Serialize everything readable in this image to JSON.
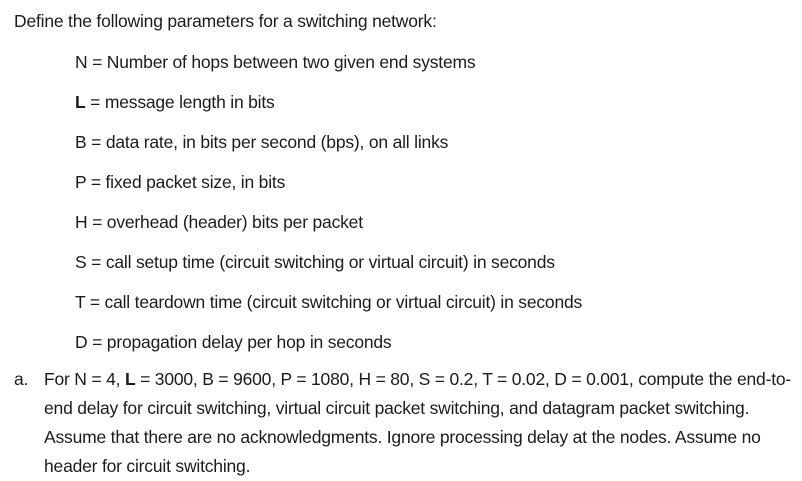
{
  "page": {
    "background": "#ffffff",
    "text_color": "#1c1c1c"
  },
  "document": {
    "intro": "Define the following parameters for a switching network:",
    "definitions": [
      {
        "symbol": "N",
        "weight": "normal",
        "rest": "= Number of hops between two given end systems"
      },
      {
        "symbol": "L",
        "weight": "bold",
        "rest": "= message length in bits"
      },
      {
        "symbol": "B",
        "weight": "normal",
        "rest": "= data rate, in bits per second (bps), on all links"
      },
      {
        "symbol": "P",
        "weight": "normal",
        "rest": "= fixed packet size, in bits"
      },
      {
        "symbol": "H",
        "weight": "normal",
        "rest": "= overhead (header) bits per packet"
      },
      {
        "symbol": "S",
        "weight": "normal",
        "rest": "= call setup time (circuit switching or virtual circuit) in seconds"
      },
      {
        "symbol": "T",
        "weight": "normal",
        "rest": "= call teardown time (circuit switching or virtual circuit) in seconds"
      },
      {
        "symbol": "D",
        "weight": "normal",
        "rest": "= propagation delay per hop in seconds"
      }
    ],
    "question": {
      "label": "a.",
      "part1": "For N = 4, ",
      "bold_symbol": "L",
      "part2": " = 3000, B = 9600, P = 1080, H = 80, S = 0.2, T = 0.02, D = 0.001, compute the end-to-end delay for circuit switching, virtual circuit packet switching, and datagram packet switching. Assume that there are no acknowledgments. Ignore processing delay at the nodes. Assume no header for circuit switching."
    }
  }
}
